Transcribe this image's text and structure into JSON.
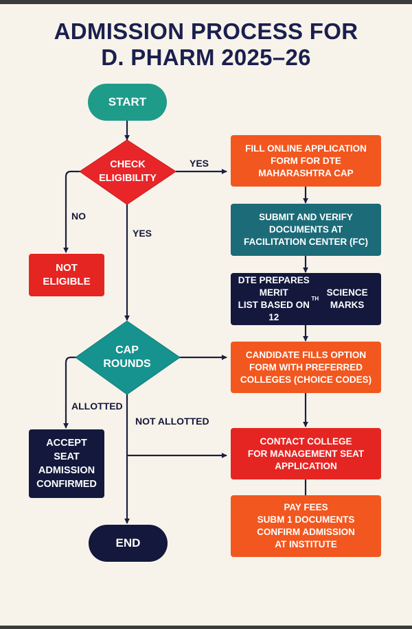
{
  "title": {
    "line1": "ADMISSION PROCESS FOR",
    "line2": "D. PHARM 2025–26"
  },
  "colors": {
    "orange": "#f1571f",
    "teal": "#1c6b78",
    "navy": "#13183c",
    "red": "#e52522",
    "diamond_red": "#e8262a",
    "diamond_teal": "#16938f",
    "title_text": "#1a1f4e",
    "background": "#f7f3ea"
  },
  "nodes": {
    "start": "START",
    "check_eligibility": "CHECK\nELIGIBILITY",
    "not_eligible": "NOT\nELIGIBLE",
    "fill_application": "FILL ONLINE APPLICATION\nFORM FOR DTE\nMAHARASHTRA CAP",
    "submit_documents": "SUBMIT AND VERIFY\nDOCUMENTS AT\nFACILITATION CENTER (FC)",
    "merit_list": "DTE PREPARES MERIT\nLIST BASED ON\n12TH SCIENCE MARKS",
    "cap_rounds": "CAP\nROUNDS",
    "option_form": "CANDIDATE FILLS OPTION\nFORM WITH PREFERRED\nCOLLEGES (CHOICE CODES)",
    "accept_seat": "ACCEPT\nSEAT\nADMISSION\nCONFIRMED",
    "contact_college": "CONTACT COLLEGE\nFOR MANAGEMENT SEAT\nAPPLICATION",
    "pay_fees": "PAY FEES\nSUBM 1 DOCUMENTS\nCONFIRM ADMISSION\nAT INSTITUTE",
    "end": "END"
  },
  "edge_labels": {
    "yes_right": "YES",
    "yes_down": "YES",
    "no": "NO",
    "allotted": "ALLOTTED",
    "not_allotted": "NOT ALLOTTED"
  }
}
